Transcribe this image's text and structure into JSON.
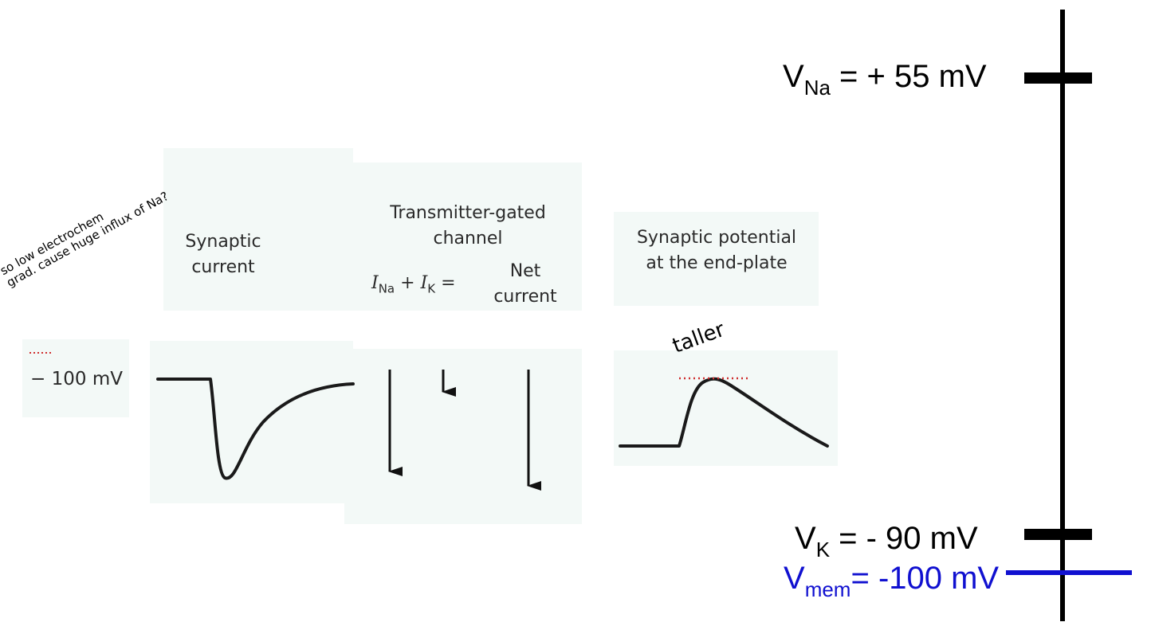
{
  "panels": {
    "synaptic_current": {
      "title_line1": "Synaptic",
      "title_line2": "current"
    },
    "channel": {
      "title_line1": "Transmitter-gated",
      "title_line2": "channel",
      "eq_i1": "I",
      "eq_na": "Na",
      "eq_plus": "+",
      "eq_i2": "I",
      "eq_k": "K",
      "eq_equals": "=",
      "net_line1": "Net",
      "net_line2": "current"
    },
    "synaptic_potential": {
      "title_line1": "Synaptic potential",
      "title_line2": "at the end-plate"
    },
    "holding": {
      "label": "− 100 mV"
    }
  },
  "annotations": {
    "note_line1": "so low electrochem",
    "note_line2": "grad. cause huge influx of Na?",
    "taller": "taller"
  },
  "scale": {
    "vna": {
      "base": "V",
      "sub": "Na",
      "rest": " = + 55 mV"
    },
    "vk": {
      "base": "V",
      "sub": "K",
      "rest": " = - 90 mV"
    },
    "vmem": {
      "base": "V",
      "sub": "mem",
      "rest": "= -100 mV"
    }
  },
  "colors": {
    "vmem": "#1010d0",
    "dotted": "#d03030",
    "panel": "#f3f9f7"
  }
}
